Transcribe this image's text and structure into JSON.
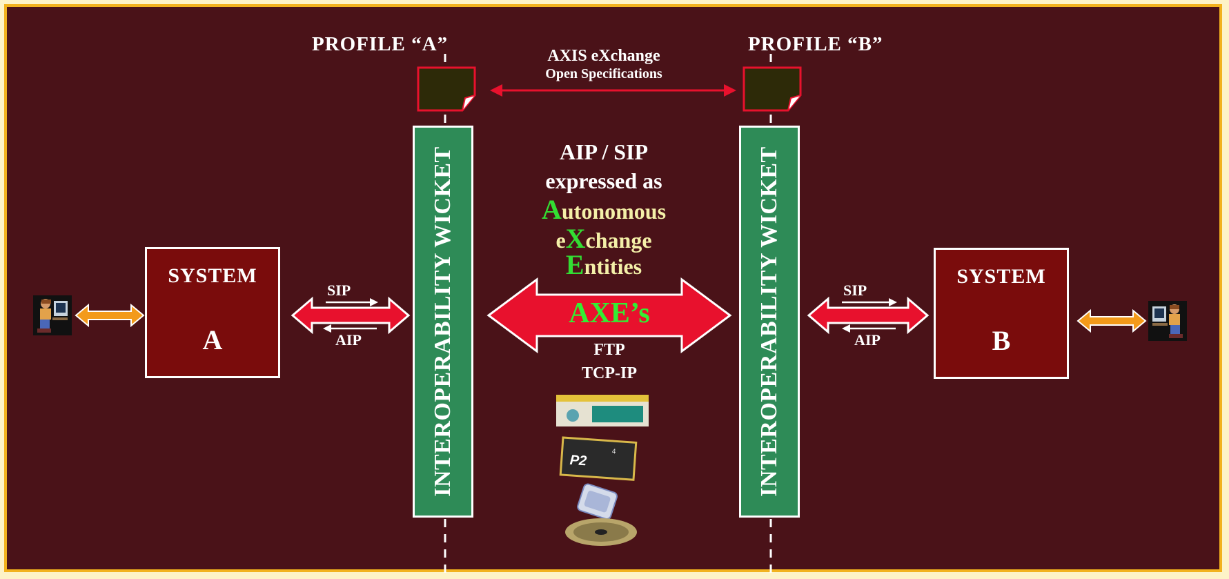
{
  "profile_a": "PROFILE “A”",
  "profile_b": "PROFILE “B”",
  "axis_exchange": {
    "line1": "AXIS eXchange",
    "line2": "Open Specifications"
  },
  "center": {
    "line1": "AIP / SIP",
    "line2": "expressed as",
    "autonomous": {
      "first": "A",
      "rest": "utonomous"
    },
    "exchange": {
      "first": "e",
      "cap": "X",
      "rest": "change"
    },
    "entities": {
      "first": "E",
      "rest": "ntities"
    }
  },
  "axes": "AXE’s",
  "protocols": [
    "FTP",
    "TCP-IP"
  ],
  "system_a": {
    "label": "SYSTEM",
    "letter": "A"
  },
  "system_b": {
    "label": "SYSTEM",
    "letter": "B"
  },
  "wicket_label": "INTEROPERABILITY WICKET",
  "flow_left": {
    "sip": "SIP",
    "aip": "AIP"
  },
  "flow_right": {
    "sip": "SIP",
    "aip": "AIP"
  },
  "colors": {
    "background": "#4a1218",
    "border": "#f2b21e",
    "system_box": "#7a0c0c",
    "wicket": "#2e8b57",
    "red_arrow": "#e8112d",
    "orange_arrow": "#f39a1a",
    "highlight_green": "#33dd33"
  },
  "icons": [
    "user-at-computer-icon",
    "document-icon",
    "media-card-icon",
    "p2-card-icon",
    "flash-card-icon",
    "disc-icon"
  ]
}
